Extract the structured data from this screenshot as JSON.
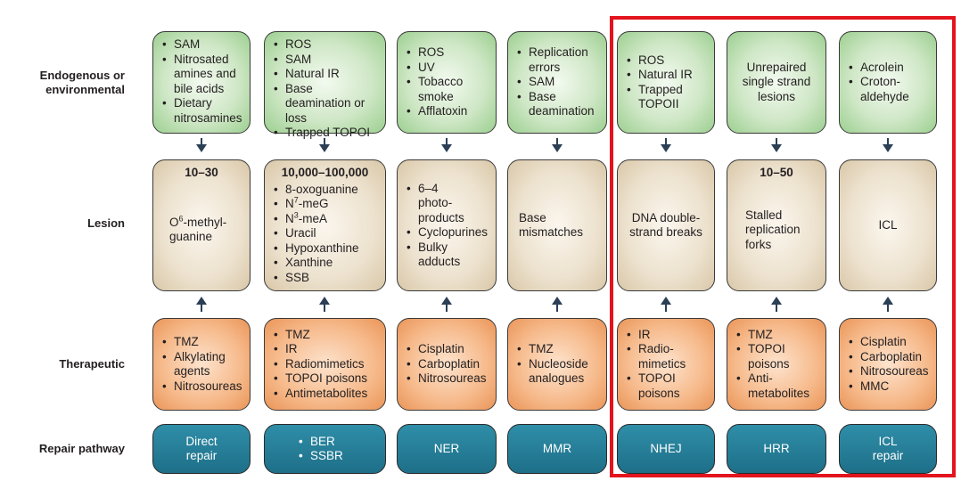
{
  "row_labels": {
    "endogenous": "Endogenous or environmental",
    "lesion": "Lesion",
    "therapeutic": "Therapeutic",
    "repair": "Repair pathway"
  },
  "columns": [
    {
      "sources": [
        "SAM",
        "Nitrosated amines and bile acids",
        "Dietary nitrosamines"
      ],
      "lesion_count": "10–30",
      "lesion_text": "O6-methyl-guanine",
      "therapeutics": [
        "TMZ",
        "Alkylating agents",
        "Nitrosoureas"
      ],
      "repair": "Direct repair"
    },
    {
      "sources": [
        "ROS",
        "SAM",
        "Natural IR",
        "Base deamination or loss",
        "Trapped TOPOI"
      ],
      "lesion_count": "10,000–100,000",
      "lesion_items": [
        "8-oxoguanine",
        "N7-meG",
        "N3-meA",
        "Uracil",
        "Hypoxanthine",
        "Xanthine",
        "SSB"
      ],
      "therapeutics": [
        "TMZ",
        "IR",
        "Radiomimetics",
        "TOPOI poisons",
        "Antimetabolites"
      ],
      "repair_items": [
        "BER",
        "SSBR"
      ]
    },
    {
      "sources": [
        "ROS",
        "UV",
        "Tobacco smoke",
        "Afflatoxin"
      ],
      "lesion_items": [
        "6–4 photo-products",
        "Cyclopurines",
        "Bulky adducts"
      ],
      "therapeutics": [
        "Cisplatin",
        "Carboplatin",
        "Nitrosoureas"
      ],
      "repair": "NER"
    },
    {
      "sources": [
        "Replication errors",
        "SAM",
        "Base deamination"
      ],
      "lesion_text": "Base mismatches",
      "therapeutics": [
        "TMZ",
        "Nucleoside analogues"
      ],
      "repair": "MMR"
    },
    {
      "sources": [
        "ROS",
        "Natural IR",
        "Trapped TOPOII"
      ],
      "lesion_text": "DNA double-strand breaks",
      "therapeutics": [
        "IR",
        "Radio-mimetics",
        "TOPOI poisons"
      ],
      "repair": "NHEJ"
    },
    {
      "source_text": "Unrepaired single strand lesions",
      "lesion_count": "10–50",
      "lesion_text": "Stalled replication forks",
      "therapeutics": [
        "TMZ",
        "TOPOI poisons",
        "Anti-metabolites"
      ],
      "repair": "HRR"
    },
    {
      "sources": [
        "Acrolein",
        "Croton-aldehyde"
      ],
      "lesion_text": "ICL",
      "therapeutics": [
        "Cisplatin",
        "Carboplatin",
        "Nitrosoureas",
        "MMC"
      ],
      "repair": "ICL repair"
    }
  ],
  "colors": {
    "source_box": "#cfe7c6",
    "lesion_box": "#ece1cd",
    "therapeutic_box": "#f6b98a",
    "repair_box": "#1e6f88",
    "highlight_frame": "#e3141d",
    "arrow": "#2b3f55"
  }
}
